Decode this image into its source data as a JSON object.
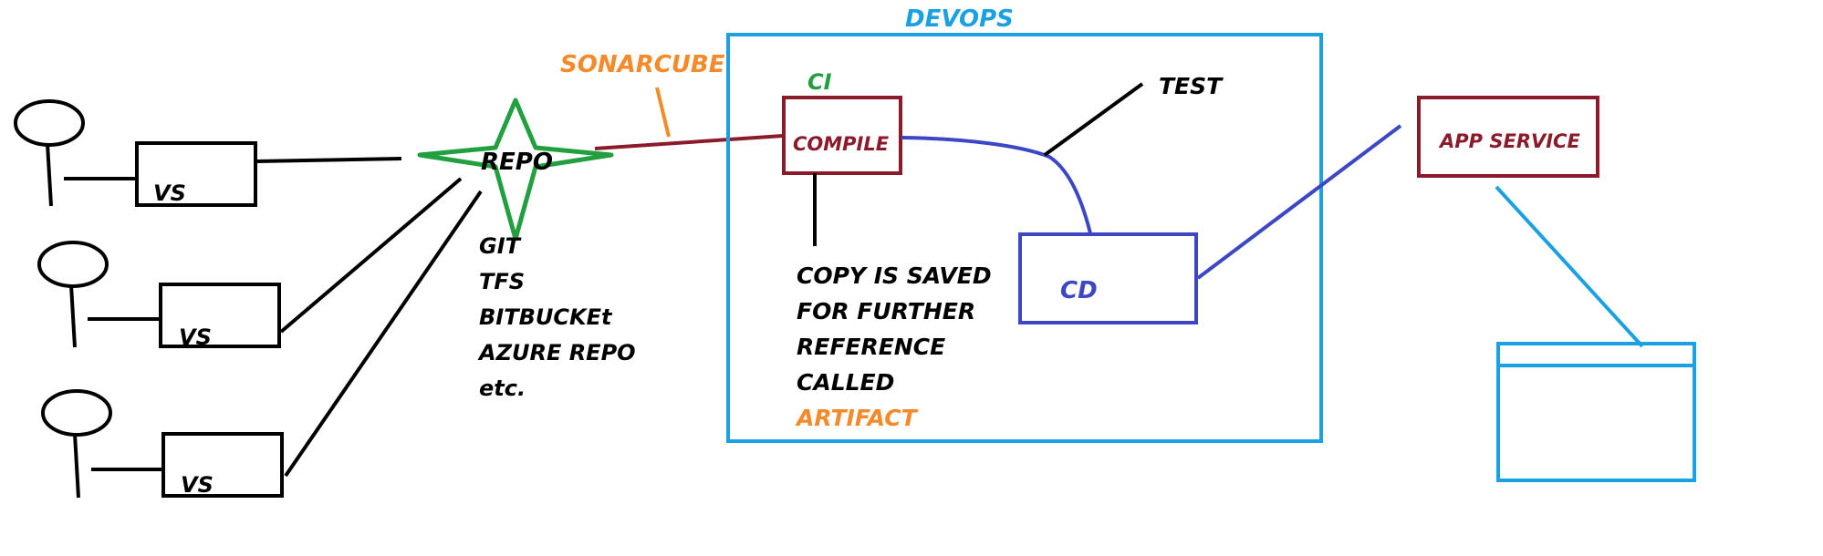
{
  "title": "DEVOPS",
  "developers": [
    {
      "vs_label": "VS"
    },
    {
      "vs_label": "VS"
    },
    {
      "vs_label": "VS"
    }
  ],
  "repo": {
    "label": "REPO",
    "options": [
      "GIT",
      "TFS",
      "BITBUCKEt",
      "AZURE REPO",
      "etc."
    ]
  },
  "sonarcube_label": "SONARCUBE",
  "ci_label": "CI",
  "compile_label": "COMPILE",
  "test_label": "TEST",
  "artifact_note": [
    "COPY IS SAVED",
    "FOR FURTHER",
    "REFERENCE",
    "CALLED"
  ],
  "artifact_label": "ARTIFACT",
  "cd_label": "CD",
  "app_service_label": "APP SERVICE",
  "colors": {
    "devops": "#1ba1e2",
    "sonar": "#f58a2a",
    "ci": "#22a040",
    "maroon": "#8b1a2a",
    "cd": "#3b47c4",
    "black": "#000000"
  }
}
